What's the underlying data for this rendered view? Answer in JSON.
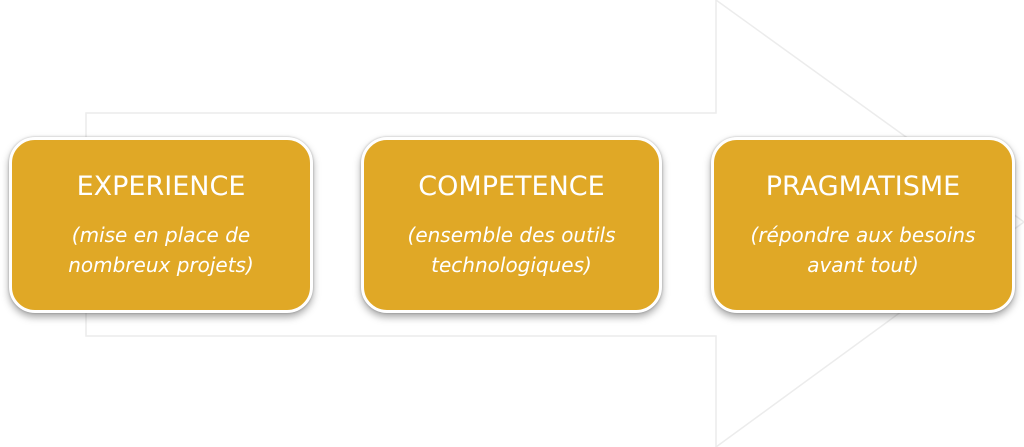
{
  "colors": {
    "box_fill": "#E0A826",
    "box_text": "#ffffff",
    "arrow_fill": "#ffffff",
    "arrow_stroke": "#ececec"
  },
  "steps": [
    {
      "title": "EXPERIENCE",
      "description": "(mise en place de nombreux projets)"
    },
    {
      "title": "COMPETENCE",
      "description": "(ensemble des outils technologiques)"
    },
    {
      "title": "PRAGMATISME",
      "description": "(répondre aux besoins avant tout)"
    }
  ]
}
